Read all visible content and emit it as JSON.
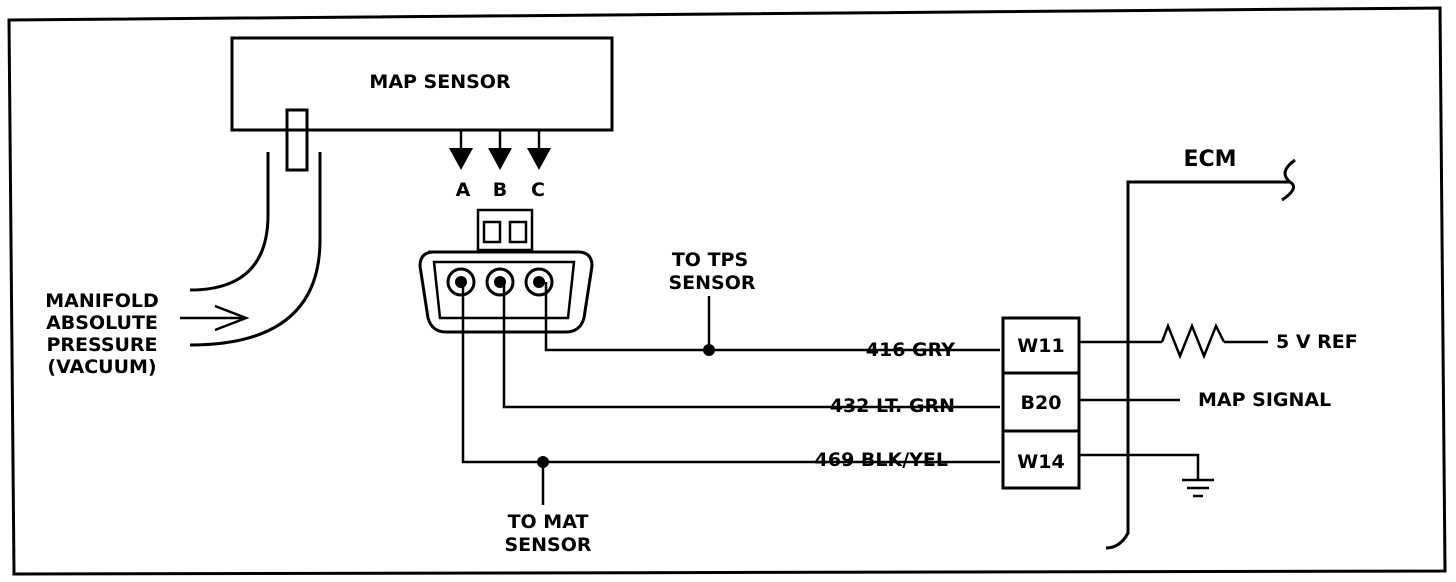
{
  "sensor": {
    "title": "MAP SENSOR"
  },
  "pins": {
    "a": "A",
    "b": "B",
    "c": "C"
  },
  "input": {
    "line1": "MANIFOLD",
    "line2": "ABSOLUTE",
    "line3": "PRESSURE",
    "line4": "(VACUUM)"
  },
  "tps": {
    "line1": "TO TPS",
    "line2": "SENSOR"
  },
  "mat": {
    "line1": "TO MAT",
    "line2": "SENSOR"
  },
  "wires": {
    "gry": "416 GRY",
    "grn": "432 LT. GRN",
    "blk": "469 BLK/YEL"
  },
  "ecm": {
    "title": "ECM",
    "terminals": {
      "w11": "W11",
      "b20": "B20",
      "w14": "W14"
    },
    "signals": {
      "vref": "5 V REF",
      "map": "MAP SIGNAL"
    }
  }
}
